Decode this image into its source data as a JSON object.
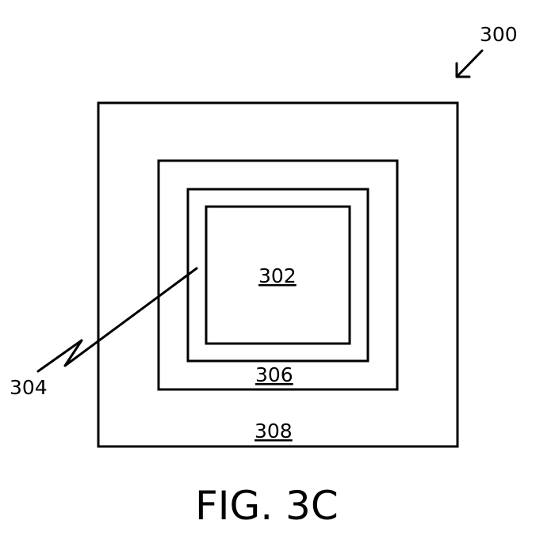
{
  "figure": {
    "caption": "FIG. 3C",
    "labels": {
      "device": "300",
      "inner_region": "302",
      "interface": "304",
      "middle_region": "306",
      "outer_region": "308"
    }
  }
}
